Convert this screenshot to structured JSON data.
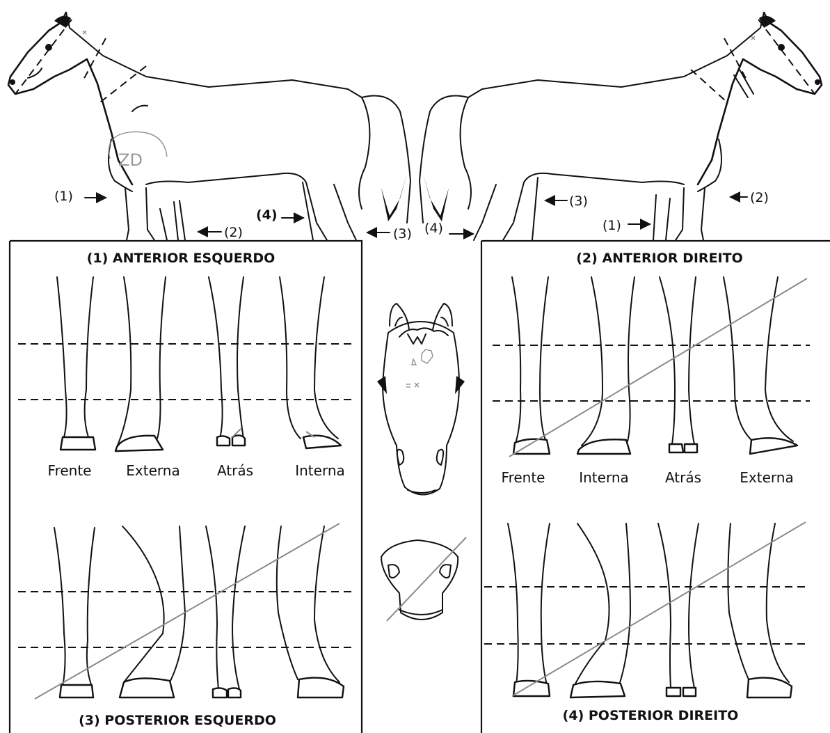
{
  "horse_left": {
    "zone_label": "ZD"
  },
  "markers": {
    "left": [
      "(1)",
      "(2)",
      "(4)",
      "(3)"
    ],
    "right": [
      "(4)",
      "(3)",
      "(2)",
      "(1)"
    ]
  },
  "panels": [
    {
      "id": "anterior-esquerdo",
      "title": "(1) ANTERIOR ESQUERDO",
      "views": [
        "Frente",
        "Externa",
        "Atrás",
        "Interna"
      ]
    },
    {
      "id": "anterior-direito",
      "title": "(2) ANTERIOR DIREITO",
      "views": [
        "Frente",
        "Interna",
        "Atrás",
        "Externa"
      ]
    },
    {
      "id": "posterior-esquerdo",
      "title": "(3) POSTERIOR ESQUERDO",
      "views": []
    },
    {
      "id": "posterior-direito",
      "title": "(4) POSTERIOR DIREITO",
      "views": []
    }
  ],
  "colors": {
    "line": "#111111",
    "annotation": "#8a8a8a",
    "background": "#ffffff"
  }
}
